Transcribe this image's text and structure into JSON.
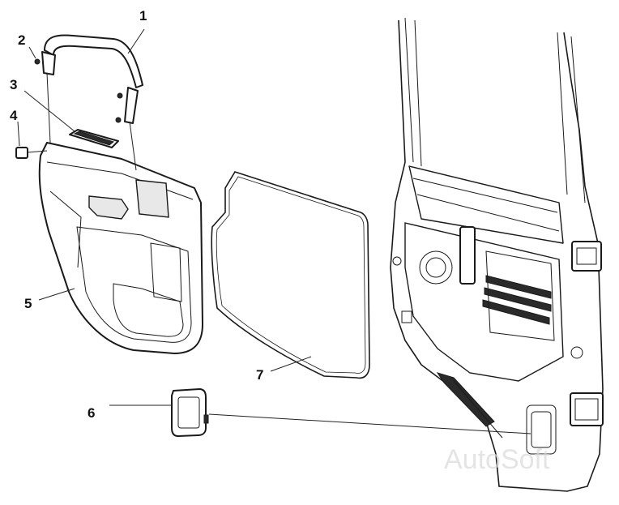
{
  "callouts": [
    {
      "id": "1",
      "label": "1"
    },
    {
      "id": "2",
      "label": "2"
    },
    {
      "id": "3",
      "label": "3"
    },
    {
      "id": "4",
      "label": "4"
    },
    {
      "id": "5",
      "label": "5"
    },
    {
      "id": "6",
      "label": "6"
    },
    {
      "id": "7",
      "label": "7"
    }
  ],
  "watermark": "AutoSoft"
}
